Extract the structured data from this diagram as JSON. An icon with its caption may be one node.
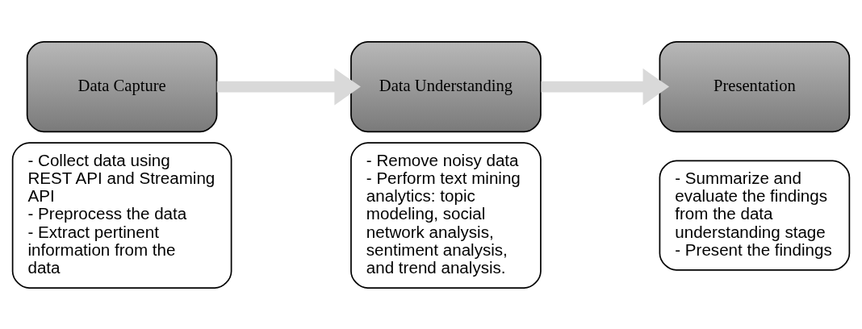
{
  "diagram": {
    "nodes": [
      {
        "text": [
          "Data Capture"
        ]
      },
      {
        "text": [
          "- Collect data using REST API and Streaming API",
          "- Preprocess the data",
          "- Extract pertinent information from the data"
        ]
      },
      {
        "text": [
          "Data Understanding"
        ]
      },
      {
        "text": [
          "- Remove noisy data",
          "- Perform text mining analytics: topic modeling, social network analysis, sentiment analysis, and trend analysis."
        ]
      },
      {
        "text": [
          "Presentation"
        ]
      },
      {
        "text": [
          "- Summarize and evaluate the findings from the data understanding stage",
          "- Present the findings"
        ]
      }
    ],
    "edges": [
      {
        "from": 0,
        "to": 2,
        "arrow": "to"
      },
      {
        "from": 2,
        "to": 4,
        "arrow": "to"
      }
    ]
  }
}
